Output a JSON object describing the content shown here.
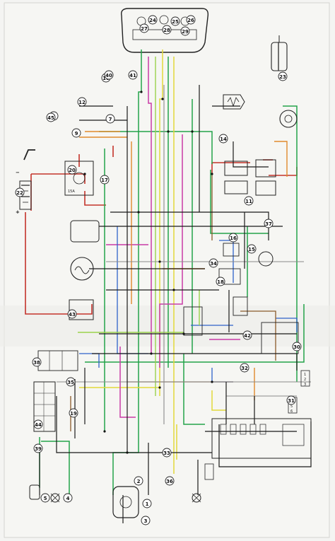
{
  "diagram": {
    "components": [
      {
        "id": "c1",
        "label": "1"
      },
      {
        "id": "c2",
        "label": "2"
      },
      {
        "id": "c3",
        "label": "3"
      },
      {
        "id": "c4",
        "label": "4"
      },
      {
        "id": "c5",
        "label": "5"
      },
      {
        "id": "c7",
        "label": "7"
      },
      {
        "id": "c8",
        "label": "8"
      },
      {
        "id": "c9",
        "label": "9"
      },
      {
        "id": "c10",
        "label": "10"
      },
      {
        "id": "c11",
        "label": "11"
      },
      {
        "id": "c12",
        "label": "12"
      },
      {
        "id": "c14",
        "label": "14"
      },
      {
        "id": "c15",
        "label": "15"
      },
      {
        "id": "c16",
        "label": "16"
      },
      {
        "id": "c17",
        "label": "17"
      },
      {
        "id": "c18",
        "label": "18"
      },
      {
        "id": "c19",
        "label": "19"
      },
      {
        "id": "c20",
        "label": "20"
      },
      {
        "id": "c22",
        "label": "22"
      },
      {
        "id": "c23",
        "label": "23"
      },
      {
        "id": "c24",
        "label": "24"
      },
      {
        "id": "c25",
        "label": "25"
      },
      {
        "id": "c26",
        "label": "26"
      },
      {
        "id": "c27",
        "label": "27"
      },
      {
        "id": "c28",
        "label": "28"
      },
      {
        "id": "c29",
        "label": "29"
      },
      {
        "id": "c30",
        "label": "30"
      },
      {
        "id": "c31",
        "label": "31"
      },
      {
        "id": "c32",
        "label": "32"
      },
      {
        "id": "c33",
        "label": "33"
      },
      {
        "id": "c34",
        "label": "34"
      },
      {
        "id": "c35",
        "label": "35"
      },
      {
        "id": "c36",
        "label": "36"
      },
      {
        "id": "c37",
        "label": "37"
      },
      {
        "id": "c38",
        "label": "38"
      },
      {
        "id": "c39",
        "label": "39"
      },
      {
        "id": "c40",
        "label": "40"
      },
      {
        "id": "c41",
        "label": "41"
      },
      {
        "id": "c42",
        "label": "42"
      },
      {
        "id": "c43",
        "label": "43"
      },
      {
        "id": "c44",
        "label": "44"
      },
      {
        "id": "c45",
        "label": "45"
      }
    ],
    "fuse_label": "15A",
    "battery_minus": "−",
    "battery_plus": "+",
    "switch_numbers": [
      "1",
      "2",
      "3",
      "4",
      "5",
      "6"
    ],
    "wire_colors": {
      "red": "#c4332b",
      "green": "#23a34a",
      "yellow": "#e2d93a",
      "magenta": "#c93aa6",
      "orange": "#e08a2c",
      "black": "#1a1a1a",
      "grey": "#8a8a8a",
      "blue": "#2f62c9",
      "brown": "#8a5a2b",
      "light_green": "#9ad24d"
    }
  }
}
